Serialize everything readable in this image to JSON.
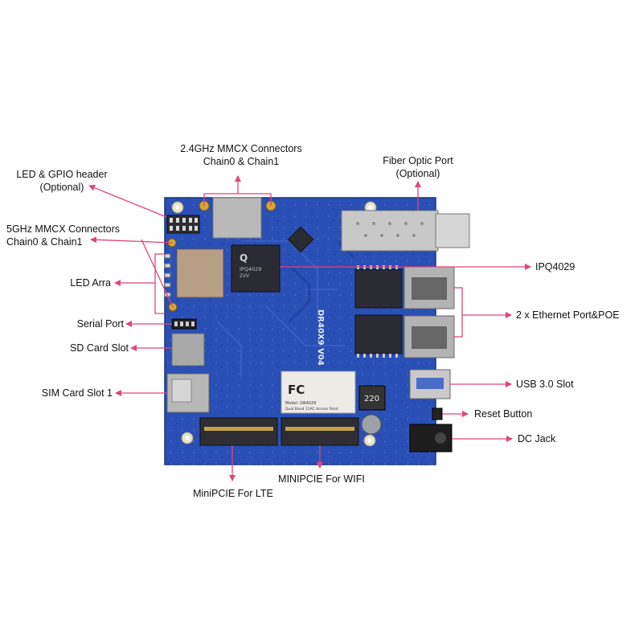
{
  "labels": {
    "mmcx_24_line1": "2.4GHz MMCX Connectors",
    "mmcx_24_line2": "Chain0  & Chain1",
    "fiber_line1": "Fiber Optic Port",
    "fiber_line2": "(Optional)",
    "led_gpio_line1": "LED & GPIO header",
    "led_gpio_line2": "(Optional)",
    "mmcx_5_line1": "5GHz MMCX Connectors",
    "mmcx_5_line2": "Chain0 & Chain1",
    "led_array": "LED Arra",
    "serial_port": "Serial Port",
    "sd_card": "SD Card Slot",
    "sim_card": "SIM Card Slot 1",
    "ipq": "IPQ4029",
    "ethernet": "2 x Ethernet Port&POE",
    "usb": "USB 3.0 Slot",
    "reset": "Reset Button",
    "dc_jack": "DC Jack",
    "minipcie_wifi": "MINIPCIE For WIFI",
    "minipcie_lte": "MiniPCIE For LTE"
  },
  "board": {
    "silkscreen": "DR40X9  V04",
    "chip_brand": "Q",
    "chip_model": "IPQ4029",
    "chip_line2": "2VV",
    "inductor": "220",
    "sticker_line1": "Model: DR4029",
    "sticker_line2": "Dual Band 11AC Access Point"
  },
  "colors": {
    "pcb": "#2a4fb5",
    "pcb_dark": "#1e3d93",
    "callout": "#e0457b",
    "metal": "#b9b9b9",
    "chip": "#2b2b33"
  }
}
